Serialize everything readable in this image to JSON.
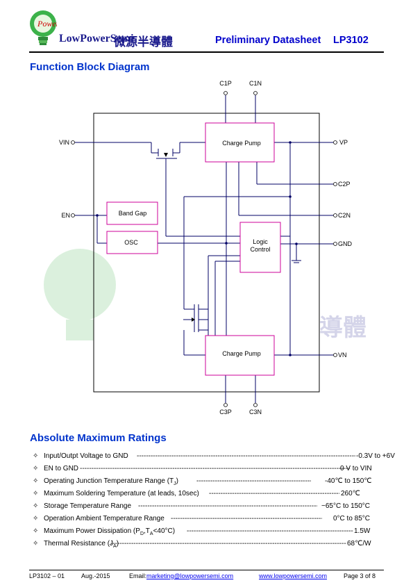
{
  "header": {
    "brand": "LowPowerSemi",
    "brand_cn": "微源半導體",
    "logo_mark": "Power",
    "title": "Preliminary Datasheet",
    "part": "LP3102"
  },
  "sections": {
    "block_diagram_title": "Function Block Diagram",
    "ratings_title": "Absolute Maximum Ratings"
  },
  "diagram": {
    "pins": {
      "c1p": "C1P",
      "c1n": "C1N",
      "vin": "VIN",
      "vp": "VP",
      "c2p": "C2P",
      "en": "EN",
      "c2n": "C2N",
      "gnd": "GND",
      "vn": "VN",
      "c3p": "C3P",
      "c3n": "C3N"
    },
    "blocks": {
      "charge_pump_top": "Charge Pump",
      "charge_pump_bottom": "Charge Pump",
      "band_gap": "Band Gap",
      "osc": "OSC",
      "logic_line1": "Logic",
      "logic_line2": "Control"
    }
  },
  "ratings": [
    {
      "label": "Input/Outpt Voltage to GND",
      "value": "-0.3V to +6V"
    },
    {
      "label": "EN to GND",
      "value": "0 V to VIN"
    },
    {
      "label": "Operating Junction Temperature Range (T",
      "sub": "J",
      "tail": ")",
      "value": "-40℃ to 150℃"
    },
    {
      "label": "Maximum Soldering Temperature (at leads, 10sec)",
      "value": "260℃"
    },
    {
      "label": "Storage Temperature Range",
      "value": "−65°C to 150°C"
    },
    {
      "label": "Operation Ambient Temperature Range",
      "value": "0°C to 85°C"
    },
    {
      "label": "Maximum Power Dissipation (P",
      "sub": "D",
      "mid": ",T",
      "sub2": "A",
      "tail": "<40°C)",
      "value": "1.5W"
    },
    {
      "label": "Thermal Resistance (J",
      "sub": "A",
      "tail": ")",
      "value": "68℃/W"
    }
  ],
  "footer": {
    "doc": "LP3102 – 01",
    "date": "Aug.-2015",
    "email_label": "Email:",
    "email": "marketing@lowpowersemi.com",
    "website": "www.lowpowersemi.com",
    "page": "Page 3 of 8"
  },
  "colors": {
    "block_border": "#cc0099",
    "wire": "#000066",
    "title_blue": "#0033cc",
    "header_blue": "#0000cc"
  }
}
